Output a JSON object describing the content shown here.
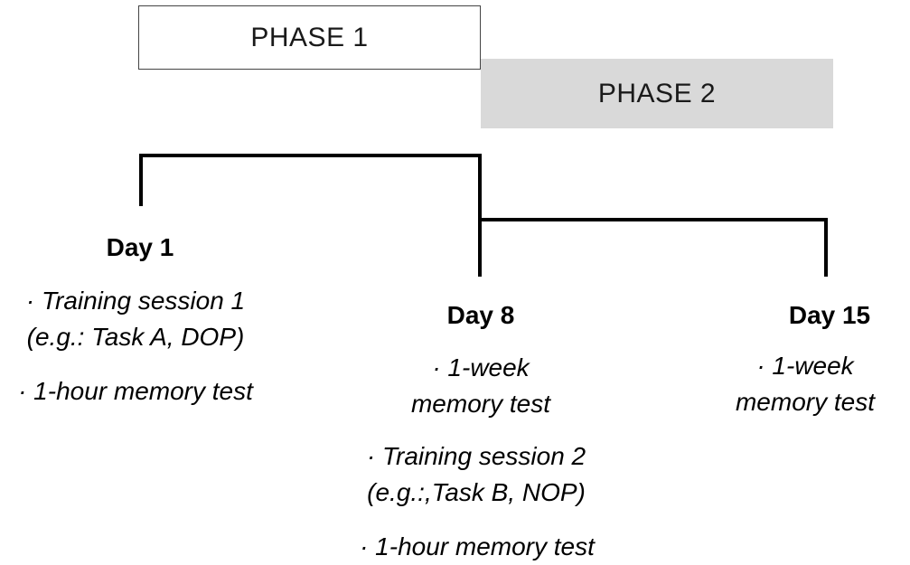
{
  "phases": {
    "phase1": "PHASE 1",
    "phase2": "PHASE 2"
  },
  "days": {
    "day1": {
      "title": "Day 1",
      "item1_line1": "· Training session 1",
      "item1_line2": "(e.g.: Task A, DOP)",
      "item2": "· 1-hour memory test"
    },
    "day8": {
      "title": "Day 8",
      "item1_line1": "· 1-week",
      "item1_line2": "memory test",
      "item2_line1": "· Training session 2",
      "item2_line2": "(e.g.:,Task B, NOP)",
      "item3": "· 1-hour memory test"
    },
    "day15": {
      "title": "Day 15",
      "item1_line1": "· 1-week",
      "item1_line2": "memory test"
    }
  },
  "colors": {
    "phase2_fill": "#d9d9d9",
    "phase1_border": "#444444",
    "line": "#000000"
  }
}
